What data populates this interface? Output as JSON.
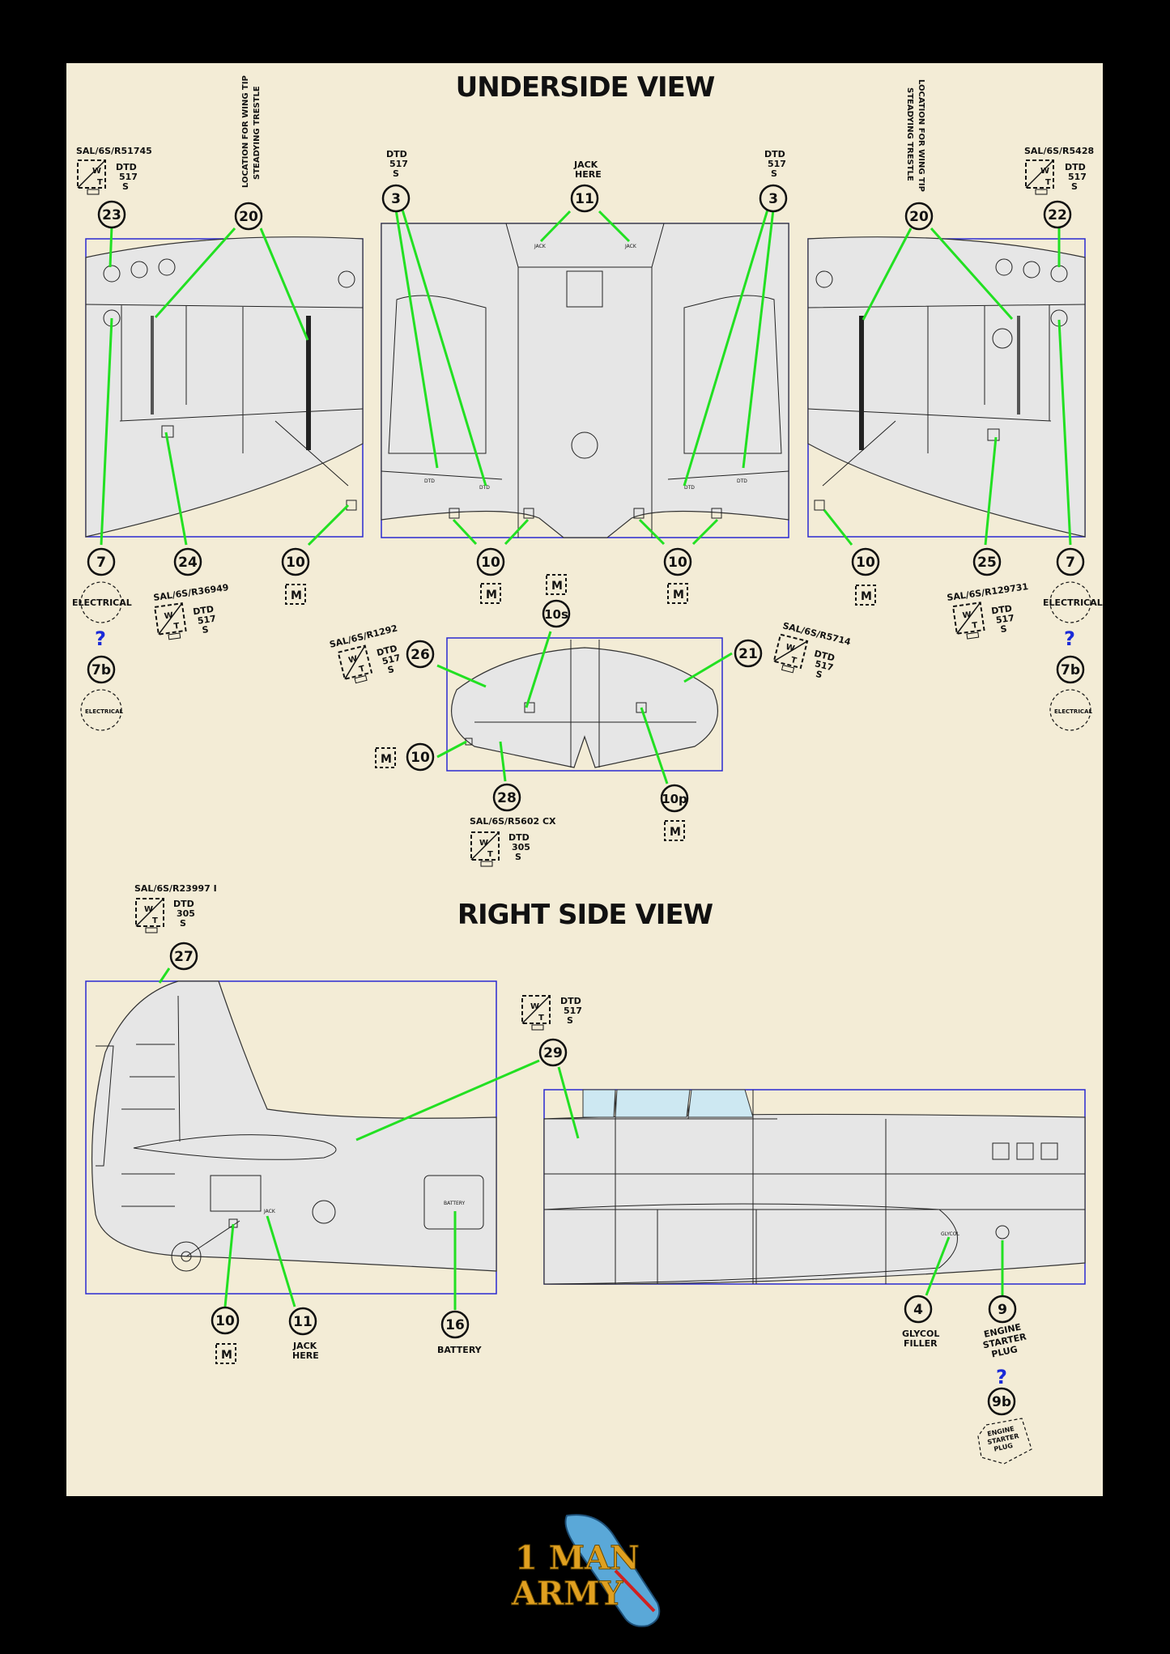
{
  "headings": {
    "underside": "UNDERSIDE VIEW",
    "right_side": "RIGHT SIDE VIEW"
  },
  "logo": {
    "line1": "1 MAN",
    "line2": "ARMY",
    "colors": {
      "text": "#e0a020",
      "badge": "#5aa8d8"
    }
  },
  "colors": {
    "background": "#000000",
    "sheet": "#f3ecd6",
    "panel": "#e6e6e6",
    "frame": "#2a2ad0",
    "leader": "#22e022",
    "question": "#1a2ad8"
  },
  "stencils": {
    "sal_23": "SAL/6S/R51745",
    "sal_22": "SAL/6S/R5428",
    "sal_24": "SAL/6S/R36949",
    "sal_25": "SAL/6S/R129731",
    "sal_26": "SAL/6S/R1292",
    "sal_21": "SAL/6S/R5714",
    "sal_28": "SAL/6S/R5602 CX",
    "sal_27": "SAL/6S/R23997 I",
    "dtd": "DTD",
    "n517": "517",
    "n305": "305",
    "s": "S",
    "w": "W",
    "t": "T",
    "m": "M",
    "jack_line1": "JACK",
    "jack_line2": "HERE",
    "electrical": "ELECTRICAL",
    "question": "?",
    "wing_tip_line1": "LOCATION FOR WING TIP",
    "wing_tip_line2": "STEADYING TRESTLE",
    "glycol_line1": "GLYCOL",
    "glycol_line2": "FILLER",
    "battery": "BATTERY",
    "engine_line1": "ENGINE",
    "engine_line2": "STARTER",
    "engine_line3": "PLUG"
  },
  "callouts": {
    "c3": "3",
    "c11": "11",
    "c20": "20",
    "c23": "23",
    "c22": "22",
    "c7": "7",
    "c24": "24",
    "c10": "10",
    "c25": "25",
    "c7b": "7b",
    "c10s": "10s",
    "c26": "26",
    "c21": "21",
    "c28": "28",
    "c10p": "10p",
    "c27": "27",
    "c29": "29",
    "c16": "16",
    "c4": "4",
    "c9": "9",
    "c9b": "9b"
  }
}
